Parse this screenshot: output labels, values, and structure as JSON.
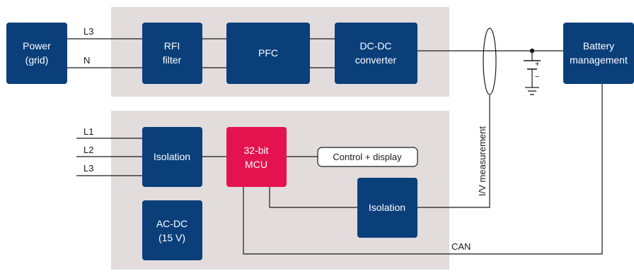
{
  "blocks": {
    "power_grid": {
      "line1": "Power",
      "line2": "(grid)"
    },
    "rfi_filter": {
      "line1": "RFI",
      "line2": "filter"
    },
    "pfc": {
      "label": "PFC"
    },
    "dcdc": {
      "line1": "DC-DC",
      "line2": "converter"
    },
    "battery_mgmt": {
      "line1": "Battery",
      "line2": "management"
    },
    "isolation_left": {
      "label": "Isolation"
    },
    "mcu": {
      "line1": "32-bit",
      "line2": "MCU"
    },
    "control_display": {
      "label": "Control + display"
    },
    "isolation_right": {
      "label": "Isolation"
    },
    "acdc": {
      "line1": "AC-DC",
      "line2": "(15 V)"
    }
  },
  "wires": {
    "top_l3": "L3",
    "top_n": "N",
    "l1": "L1",
    "l2": "L2",
    "l3": "L3",
    "measurement": "I/V measurement",
    "can": "CAN",
    "plus": "+",
    "minus": "−"
  },
  "colors": {
    "block": "#0a3f7a",
    "mcu": "#e4134f",
    "panel": "#e2dcdd",
    "wire": "#1a1a1a"
  }
}
